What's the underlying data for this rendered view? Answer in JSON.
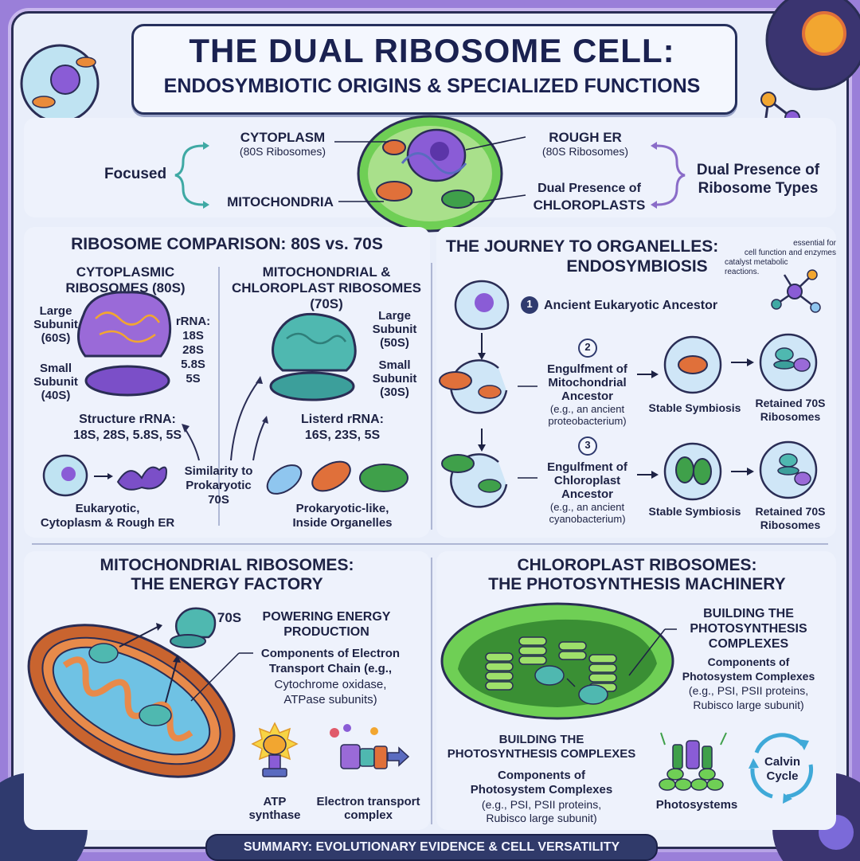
{
  "title": {
    "main": "THE DUAL RIBOSOME CELL:",
    "sub": "ENDOSYMBIOTIC ORIGINS & SPECIALIZED FUNCTIONS"
  },
  "top": {
    "focused": "Focused",
    "cytoplasm": "CYTOPLASM",
    "cytoplasm_sub": "(80S Ribosomes)",
    "mitochondria": "MITOCHONDRIA",
    "rough_er": "ROUGH ER",
    "rough_er_sub": "(80S Ribosomes)",
    "dual_chloro_1": "Dual Presence of",
    "dual_chloro_2": "CHLOROPLASTS",
    "dual_types_1": "Dual Presence of",
    "dual_types_2": "Ribosome Types"
  },
  "comparison": {
    "heading": "RIBOSOME COMPARISON: 80S vs. 70S",
    "cyto_title_1": "CYTOPLASMIC",
    "cyto_title_2": "RIBOSOMES (80S)",
    "large_1": "Large",
    "large_2": "Subunit",
    "large_3": "(60S)",
    "small_1": "Small",
    "small_2": "Subunit",
    "small_3": "(40S)",
    "rrna_head": "rRNA:",
    "rrna_18s": "18S",
    "rrna_28s": "28S",
    "rrna_58s": "5.8S",
    "rrna_5s": "5S",
    "structure_1": "Structure rRNA:",
    "structure_2": "18S, 28S, 5.8S, 5S",
    "eukaryotic_1": "Eukaryotic,",
    "eukaryotic_2": "Cytoplasm & Rough ER",
    "similarity_1": "Similarity to",
    "similarity_2": "Prokaryotic",
    "similarity_3": "70S",
    "mito_title_1": "MITOCHONDRIAL &",
    "mito_title_2": "CHLOROPLAST RIBOSOMES",
    "mito_title_3": "(70S)",
    "large70_1": "Large",
    "large70_2": "Subunit",
    "large70_3": "(50S)",
    "small70_1": "Small",
    "small70_2": "Subunit",
    "small70_3": "(30S)",
    "listed_1": "Listerd rRNA:",
    "listed_2": "16S, 23S, 5S",
    "prok_1": "Prokaryotic-like,",
    "prok_2": "Inside Organelles"
  },
  "journey": {
    "heading_1": "THE JOURNEY TO ORGANELLES:",
    "heading_2": "ENDOSYMBIOSIS",
    "note_1": "essential for",
    "note_2": "cell function and enzymes",
    "note_3": "catalyst metabolic",
    "note_4": "reactions.",
    "step1_num": "1",
    "step1": "Ancient Eukaryotic Ancestor",
    "step2_num": "2",
    "step2_1": "Engulfment of",
    "step2_2": "Mitochondrial",
    "step2_3": "Ancestor",
    "step2_eg_1": "(e.g., an ancient",
    "step2_eg_2": "proteobacterium)",
    "stable_1": "Stable Symbiosis",
    "retained_1a": "Retained 70S",
    "retained_1b": "Ribosomes",
    "step3_num": "3",
    "step3_1": "Engulfment of",
    "step3_2": "Chloroplast",
    "step3_3": "Ancestor",
    "step3_eg_1": "(e.g., an ancient",
    "step3_eg_2": "cyanobacterium)",
    "stable_2": "Stable Symbiosis",
    "retained_2a": "Retained 70S",
    "retained_2b": "Ribosomes"
  },
  "mito": {
    "heading_1": "MITOCHONDRIAL RIBOSOMES:",
    "heading_2": "THE ENERGY FACTORY",
    "s70": "70S",
    "power_1": "POWERING ENERGY",
    "power_2": "PRODUCTION",
    "comp_1": "Components of Electron",
    "comp_2": "Transport Chain (e.g.,",
    "comp_3": "Cytochrome oxidase,",
    "comp_4": "ATPase subunits)",
    "atp_1": "ATP",
    "atp_2": "synthase",
    "etc_1": "Electron transport",
    "etc_2": "complex"
  },
  "chloro": {
    "heading_1": "CHLOROPLAST RIBOSOMES:",
    "heading_2": "THE PHOTOSYNTHESIS MACHINERY",
    "build_a1": "BUILDING THE",
    "build_a2": "PHOTOSYNTHESIS",
    "build_a3": "COMPLEXES",
    "comp_a1": "Components of",
    "comp_a2": "Photosystem Complexes",
    "comp_a3": "(e.g., PSI, PSII proteins,",
    "comp_a4": "Rubisco large subunit)",
    "build_b1": "BUILDING THE",
    "build_b2": "PHOTOSYNTHESIS COMPLEXES",
    "comp_b1": "Components of",
    "comp_b2": "Photosystem Complexes",
    "comp_b3": "(e.g., PSI, PSII proteins,",
    "comp_b4": "Rubisco large subunit)",
    "photosystems": "Photosystems",
    "calvin_1": "Calvin",
    "calvin_2": "Cycle"
  },
  "footer": "SUMMARY: EVOLUTIONARY EVIDENCE & CELL VERSATILITY",
  "colors": {
    "navy": "#1d2244",
    "purple": "#8a5cd6",
    "teal": "#3fa9a4",
    "green": "#5dbb3f",
    "orange": "#e0703a"
  }
}
